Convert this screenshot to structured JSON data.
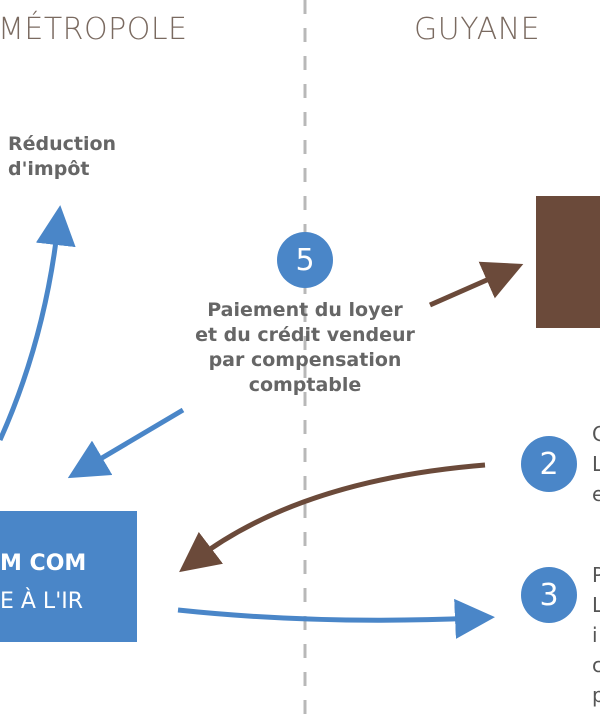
{
  "headers": {
    "left": "MÉTROPOLE",
    "right": "GUYANE"
  },
  "labels": {
    "reduction": [
      "Réduction",
      "d'impôt"
    ],
    "payment": [
      "Paiement du loyer",
      "et du crédit vendeur",
      "par compensation",
      "comptable"
    ]
  },
  "steps": {
    "s5": "5",
    "s2": "2",
    "s3": "3"
  },
  "box": {
    "line1": "M COM",
    "line2": "E À L'IR"
  },
  "fragments": {
    "s2": [
      "C",
      "L'",
      "e"
    ],
    "s3": [
      "P",
      "L",
      "i",
      "c",
      "p"
    ]
  },
  "colors": {
    "blue": "#4a86c8",
    "brown": "#6b4a3a",
    "divider": "#b8b8b8"
  }
}
